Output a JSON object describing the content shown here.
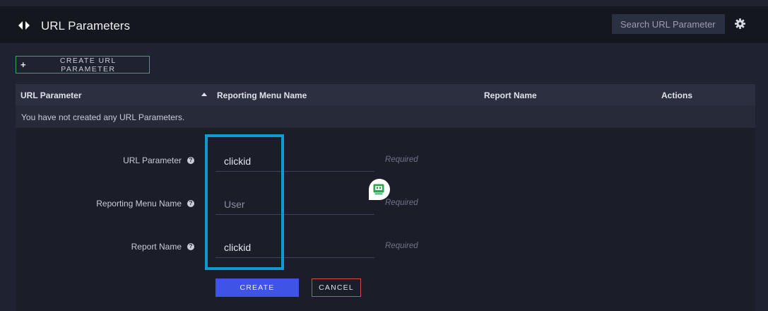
{
  "header": {
    "title": "URL Parameters",
    "search": {
      "placeholder": "Search URL Parameter",
      "value": ""
    },
    "icons": {
      "title_icon": "code-arrows-icon",
      "settings_icon": "gear-icon"
    }
  },
  "toolbar": {
    "create_label": "CREATE URL PARAMETER",
    "create_icon": "plus-icon"
  },
  "table": {
    "columns": [
      "URL Parameter",
      "Reporting Menu Name",
      "Report Name",
      "Actions"
    ],
    "sorted_column": "URL Parameter",
    "sort_direction": "ascending",
    "empty_message": "You have not created any URL Parameters."
  },
  "form": {
    "fields": [
      {
        "label": "URL Parameter",
        "value": "clickid",
        "placeholder": "",
        "hint": "Required"
      },
      {
        "label": "Reporting Menu Name",
        "value": "",
        "placeholder": "User",
        "hint": "Required"
      },
      {
        "label": "Report Name",
        "value": "clickid",
        "placeholder": "",
        "hint": "Required"
      }
    ],
    "create_label": "CREATE",
    "cancel_label": "CANCEL"
  },
  "colors": {
    "accent_blue": "#3f54e6",
    "highlight": "#0e9bd1",
    "create_border": "#3fa35c",
    "cancel_border": "#d9474f",
    "assistant_green": "#2ea44f"
  }
}
